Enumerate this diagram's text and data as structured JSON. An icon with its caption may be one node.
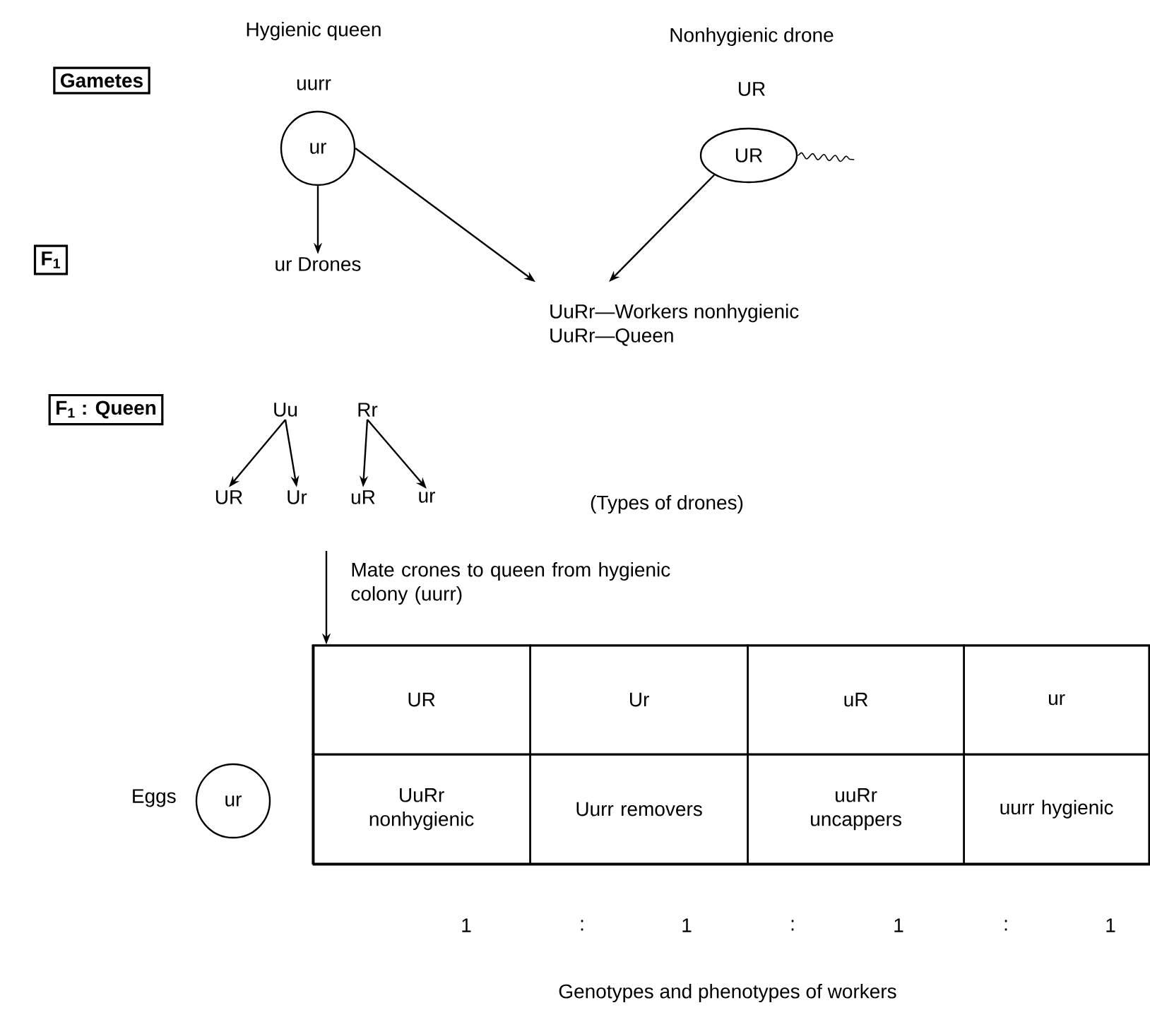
{
  "diagram": {
    "nodes": [
      {
        "text": [
          "Gametes"
        ]
      },
      {
        "text": [
          "F$_{1}$"
        ]
      },
      {
        "text": [
          "F$_{1}$ : Queen"
        ]
      },
      {
        "text": [
          "ur"
        ]
      },
      {
        "text": [
          "UR"
        ]
      },
      {
        "text": [
          "ur Drones"
        ]
      },
      {
        "text": [
          "UuRr—Workers nonhygienic",
          "UuRr—Queen"
        ]
      },
      {
        "text": [
          "Uu"
        ]
      },
      {
        "text": [
          "Rr"
        ]
      },
      {
        "text": [
          "UR"
        ]
      },
      {
        "text": [
          "Ur"
        ]
      },
      {
        "text": [
          "uR"
        ]
      },
      {
        "text": [
          "ur"
        ]
      },
      {
        "text": [],
        "shape": "box"
      },
      {
        "text": [
          "UR"
        ],
        "in": 13
      },
      {
        "text": [
          "Ur"
        ],
        "in": 13
      },
      {
        "text": [
          "uR"
        ],
        "in": 13
      },
      {
        "text": [
          "ur"
        ],
        "in": 13
      },
      {
        "text": [
          "UuRr nonhygienic"
        ],
        "in": 13
      },
      {
        "text": [
          "Uurr removers"
        ],
        "in": 13
      },
      {
        "text": [
          "uuRr uncappers"
        ],
        "in": 13
      },
      {
        "text": [
          "uurr hygienic"
        ],
        "in": 13
      },
      {
        "text": [
          "ur"
        ],
        "beside": [
          "Eggs"
        ]
      }
    ],
    "edges": [
      {
        "from": 3,
        "to": 5,
        "arrow": "to"
      },
      {
        "from": 3,
        "to": 6,
        "arrow": "to"
      },
      {
        "from": 4,
        "to": 6,
        "arrow": "to"
      },
      {
        "from": 7,
        "to": 9,
        "arrow": "to"
      },
      {
        "from": 7,
        "to": 10,
        "arrow": "to"
      },
      {
        "from": 8,
        "to": 11,
        "arrow": "to"
      },
      {
        "from": 8,
        "to": 12,
        "arrow": "to"
      },
      {
        "from": null,
        "to": 13,
        "arrow": "to",
        "label": "Mate crones to queen from hygienic colony (uurr)"
      }
    ],
    "labels": [
      "Hygienic queen",
      "Nonhygienic drone",
      "uurr",
      "UR",
      "(Types of drones)",
      "1",
      ":",
      "1",
      ":",
      "1",
      ":",
      "1",
      "Genotypes and phenotypes of workers"
    ]
  }
}
